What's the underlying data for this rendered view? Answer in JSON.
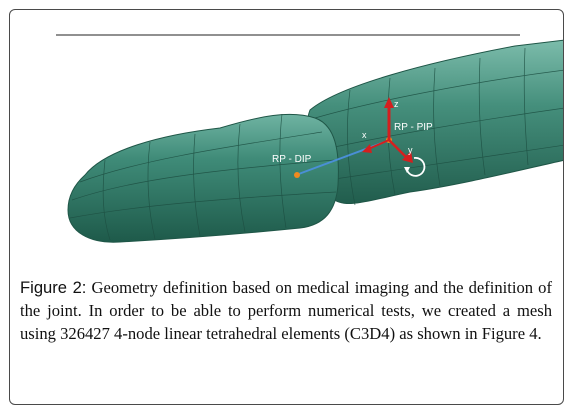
{
  "figure": {
    "labels": {
      "rp_dip": "RP - DIP",
      "rp_pip": "RP - PIP",
      "axis_z": "z",
      "axis_x": "x",
      "axis_y": "y"
    },
    "colors": {
      "mesh": "#3f8b78",
      "mesh_dark": "#1f5647",
      "axis_red": "#d41f1f",
      "joint_line": "#4a8fd6",
      "reference_point": "#f08a1e"
    }
  },
  "caption": {
    "label": "Figure 2:",
    "text": "Geometry definition based on medical imaging and the definition of the joint. In order to be able to perform numerical tests, we created a mesh using 326427 4-node linear tetrahedral elements (C3D4) as shown in Figure 4."
  }
}
